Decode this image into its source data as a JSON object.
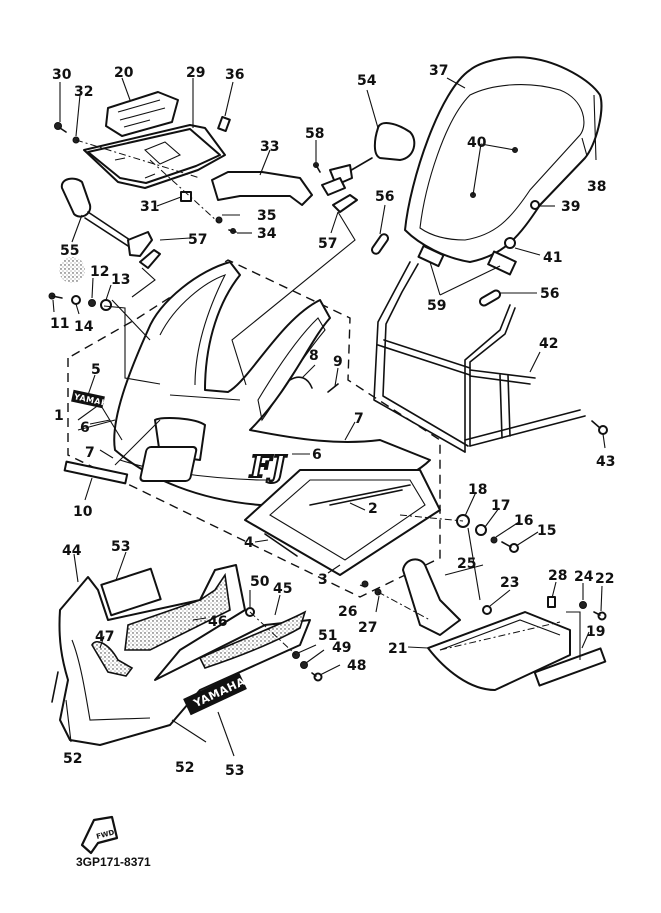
{
  "diagram": {
    "title": "Cowling / Windscreen exploded parts diagram",
    "catalog_code": "3GP171-8371",
    "fwd_marker": "FWD",
    "decal_text": "YAMAHA",
    "model_badge": "FJ",
    "colors": {
      "ink": "#111111",
      "background": "#ffffff"
    },
    "callouts": [
      {
        "id": "c1",
        "label": "1"
      },
      {
        "id": "c2",
        "label": "2"
      },
      {
        "id": "c3",
        "label": "3"
      },
      {
        "id": "c4",
        "label": "4"
      },
      {
        "id": "c5",
        "label": "5"
      },
      {
        "id": "c6a",
        "label": "6"
      },
      {
        "id": "c6b",
        "label": "6"
      },
      {
        "id": "c7a",
        "label": "7"
      },
      {
        "id": "c7b",
        "label": "7"
      },
      {
        "id": "c8",
        "label": "8"
      },
      {
        "id": "c9",
        "label": "9"
      },
      {
        "id": "c10",
        "label": "10"
      },
      {
        "id": "c11",
        "label": "11"
      },
      {
        "id": "c12",
        "label": "12"
      },
      {
        "id": "c13",
        "label": "13"
      },
      {
        "id": "c14",
        "label": "14"
      },
      {
        "id": "c15",
        "label": "15"
      },
      {
        "id": "c16",
        "label": "16"
      },
      {
        "id": "c17",
        "label": "17"
      },
      {
        "id": "c18",
        "label": "18"
      },
      {
        "id": "c19",
        "label": "19"
      },
      {
        "id": "c20",
        "label": "20"
      },
      {
        "id": "c21",
        "label": "21"
      },
      {
        "id": "c22",
        "label": "22"
      },
      {
        "id": "c23",
        "label": "23"
      },
      {
        "id": "c24",
        "label": "24"
      },
      {
        "id": "c25",
        "label": "25"
      },
      {
        "id": "c26",
        "label": "26"
      },
      {
        "id": "c27",
        "label": "27"
      },
      {
        "id": "c28",
        "label": "28"
      },
      {
        "id": "c29",
        "label": "29"
      },
      {
        "id": "c30",
        "label": "30"
      },
      {
        "id": "c31",
        "label": "31"
      },
      {
        "id": "c32",
        "label": "32"
      },
      {
        "id": "c33",
        "label": "33"
      },
      {
        "id": "c34",
        "label": "34"
      },
      {
        "id": "c35",
        "label": "35"
      },
      {
        "id": "c36",
        "label": "36"
      },
      {
        "id": "c37",
        "label": "37"
      },
      {
        "id": "c38",
        "label": "38"
      },
      {
        "id": "c39",
        "label": "39"
      },
      {
        "id": "c40",
        "label": "40"
      },
      {
        "id": "c41",
        "label": "41"
      },
      {
        "id": "c42",
        "label": "42"
      },
      {
        "id": "c43",
        "label": "43"
      },
      {
        "id": "c44",
        "label": "44"
      },
      {
        "id": "c45",
        "label": "45"
      },
      {
        "id": "c46",
        "label": "46"
      },
      {
        "id": "c47",
        "label": "47"
      },
      {
        "id": "c48",
        "label": "48"
      },
      {
        "id": "c49",
        "label": "49"
      },
      {
        "id": "c50",
        "label": "50"
      },
      {
        "id": "c51",
        "label": "51"
      },
      {
        "id": "c52a",
        "label": "52"
      },
      {
        "id": "c52b",
        "label": "52"
      },
      {
        "id": "c53a",
        "label": "53"
      },
      {
        "id": "c53b",
        "label": "53"
      },
      {
        "id": "c54",
        "label": "54"
      },
      {
        "id": "c55",
        "label": "55"
      },
      {
        "id": "c56a",
        "label": "56"
      },
      {
        "id": "c56b",
        "label": "56"
      },
      {
        "id": "c57a",
        "label": "57"
      },
      {
        "id": "c57b",
        "label": "57"
      },
      {
        "id": "c58",
        "label": "58"
      },
      {
        "id": "c59",
        "label": "59"
      }
    ]
  }
}
